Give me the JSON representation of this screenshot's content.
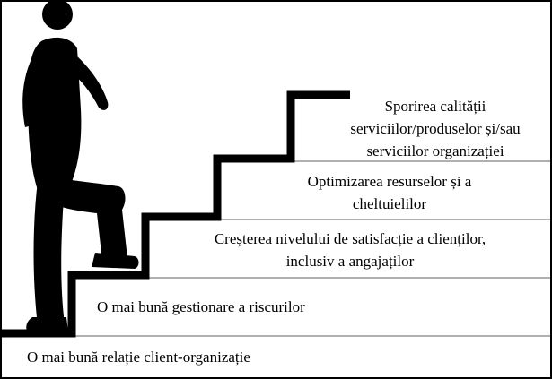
{
  "steps": [
    {
      "lines": [
        "O mai bună relație client-organizație"
      ]
    },
    {
      "lines": [
        "O mai bună gestionare a riscurilor"
      ]
    },
    {
      "lines": [
        "Creșterea nivelului de satisfacție a clienților,",
        "inclusiv a angajaților"
      ]
    },
    {
      "lines": [
        "Optimizarea resurselor și a",
        "cheltuielilor"
      ]
    },
    {
      "lines": [
        "Sporirea calității",
        "serviciilor/produselor și/sau",
        "serviciilor organizației"
      ]
    }
  ],
  "icons": {
    "figure": "walking-person-icon"
  },
  "colors": {
    "line": "#000000",
    "separator": "#808080"
  }
}
